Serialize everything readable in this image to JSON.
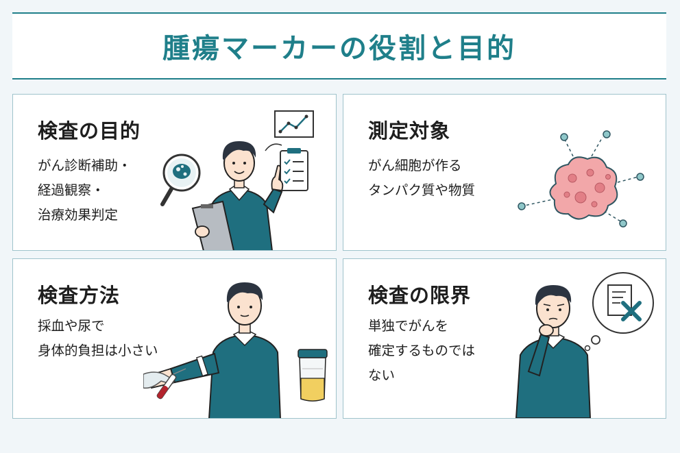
{
  "title": "腫瘍マーカーの役割と目的",
  "colors": {
    "accent": "#1f7f8a",
    "shirt": "#1f6f7f",
    "card_border": "#9fc3cb",
    "tumor": "#f2a7a9"
  },
  "cards": [
    {
      "title": "検査の目的",
      "lines": [
        "がん診断補助・",
        "経過観察・",
        "治療効果判定"
      ],
      "icons": [
        "magnifier-cells-icon",
        "line-chart-icon",
        "clipboard-checklist-icon",
        "doctor-pointing-icon"
      ]
    },
    {
      "title": "測定対象",
      "lines": [
        "がん細胞が作る",
        "タンパク質や物質"
      ],
      "icons": [
        "tumor-cell-cluster-icon"
      ]
    },
    {
      "title": "検査方法",
      "lines": [
        "採血や尿で",
        "身体的負担は小さい"
      ],
      "icons": [
        "blood-draw-icon",
        "blood-tube-icon",
        "urine-cup-icon",
        "patient-icon"
      ]
    },
    {
      "title": "検査の限界",
      "lines": [
        "単独でがんを",
        "確定するものでは",
        "ない"
      ],
      "icons": [
        "thinking-man-icon",
        "document-x-icon"
      ]
    }
  ]
}
